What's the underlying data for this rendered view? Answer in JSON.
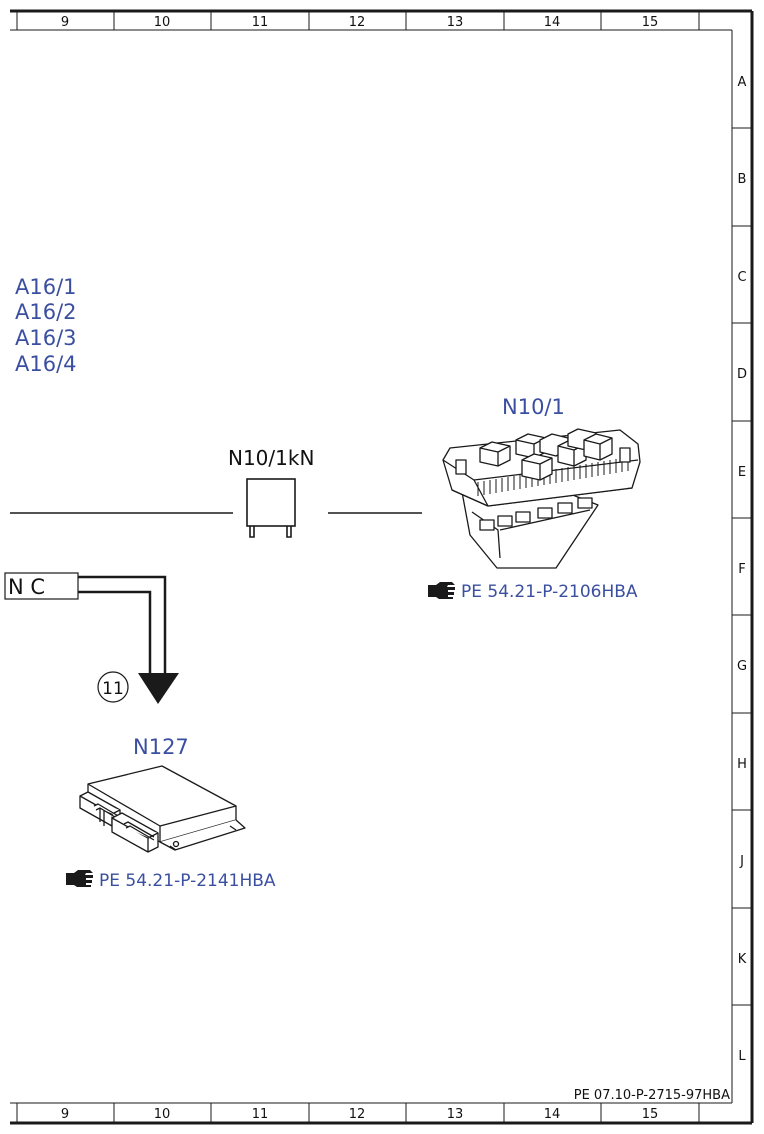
{
  "frame": {
    "columns": [
      "9",
      "10",
      "11",
      "12",
      "13",
      "14",
      "15"
    ],
    "rows": [
      "A",
      "B",
      "C",
      "D",
      "E",
      "F",
      "G",
      "H",
      "J",
      "K",
      "L"
    ]
  },
  "components": {
    "a16": [
      "A16/1",
      "A16/2",
      "A16/3",
      "A16/4"
    ],
    "n10_1": {
      "label": "N10/1",
      "ref": "PE 54.21-P-2106HBA"
    },
    "n10_1kn": {
      "label": "N10/1kN"
    },
    "can": {
      "label": "N C"
    },
    "connector": {
      "label": "11"
    },
    "n127": {
      "label": "N127",
      "ref": "PE 54.21-P-2141HBA"
    }
  },
  "footer": {
    "doc_ref": "PE 07.10-P-2715-97HBA"
  },
  "colors": {
    "link": "#3a4fa0",
    "line": "#1a1a1a"
  },
  "icons": [
    "pointing-hand-icon"
  ]
}
